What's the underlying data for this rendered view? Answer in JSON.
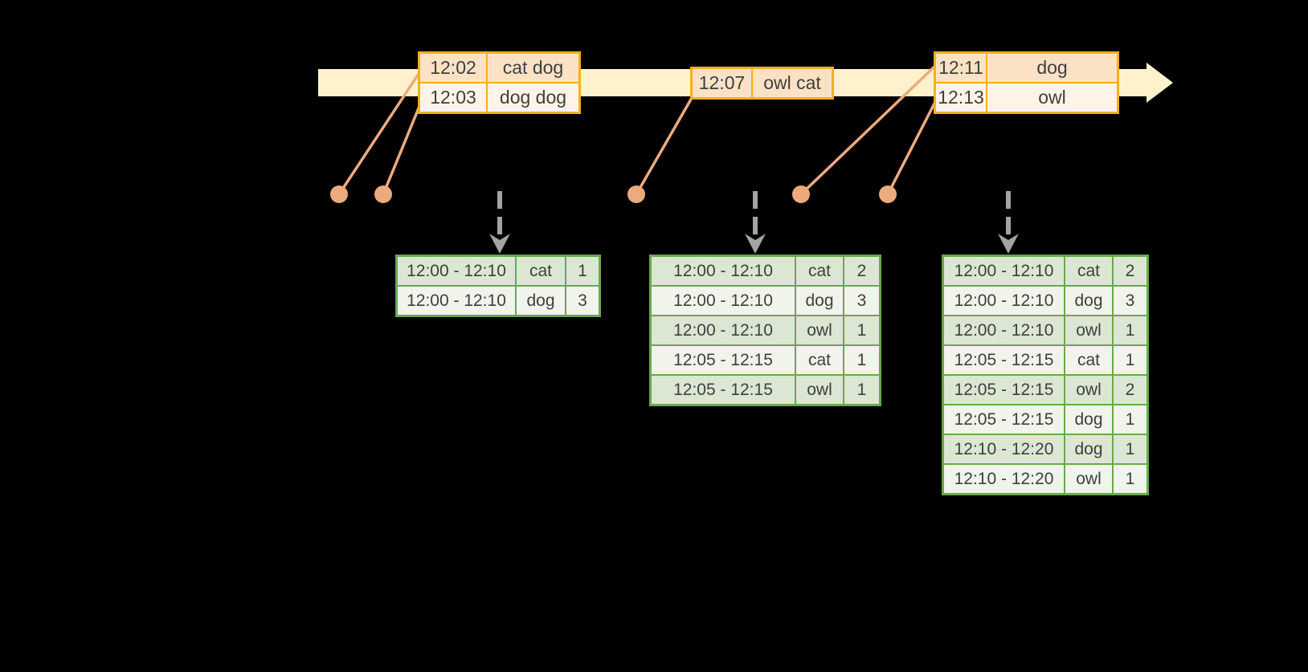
{
  "diagram": {
    "type": "streaming-windowed-word-count-timeline",
    "colors": {
      "background": "#000000",
      "timeline_band": "#fdf2cc",
      "event_table_border": "#f2b01e",
      "event_row_dark": "#fbe2c5",
      "event_row_light": "#fdf4e7",
      "connector_salmon": "#edaa7d",
      "result_table_border": "#6aa84f",
      "result_row_dark": "#dbe7d2",
      "result_row_light": "#f0f4eb",
      "trigger_arrow_gray": "#a3a3a3",
      "text": "#3f3f3f"
    }
  },
  "event_tables": [
    {
      "rows": [
        {
          "time": "12:02",
          "words": "cat dog"
        },
        {
          "time": "12:03",
          "words": "dog dog"
        }
      ]
    },
    {
      "rows": [
        {
          "time": "12:07",
          "words": "owl cat"
        }
      ]
    },
    {
      "rows": [
        {
          "time": "12:11",
          "words": "dog"
        },
        {
          "time": "12:13",
          "words": "owl"
        }
      ]
    }
  ],
  "result_tables": [
    {
      "rows": [
        {
          "window": "12:00 - 12:10",
          "word": "cat",
          "count": "1"
        },
        {
          "window": "12:00 - 12:10",
          "word": "dog",
          "count": "3"
        }
      ]
    },
    {
      "rows": [
        {
          "window": "12:00 - 12:10",
          "word": "cat",
          "count": "2"
        },
        {
          "window": "12:00 - 12:10",
          "word": "dog",
          "count": "3"
        },
        {
          "window": "12:00 - 12:10",
          "word": "owl",
          "count": "1"
        },
        {
          "window": "12:05 - 12:15",
          "word": "cat",
          "count": "1"
        },
        {
          "window": "12:05 - 12:15",
          "word": "owl",
          "count": "1"
        }
      ]
    },
    {
      "rows": [
        {
          "window": "12:00 - 12:10",
          "word": "cat",
          "count": "2"
        },
        {
          "window": "12:00 - 12:10",
          "word": "dog",
          "count": "3"
        },
        {
          "window": "12:00 - 12:10",
          "word": "owl",
          "count": "1"
        },
        {
          "window": "12:05 - 12:15",
          "word": "cat",
          "count": "1"
        },
        {
          "window": "12:05 - 12:15",
          "word": "owl",
          "count": "2"
        },
        {
          "window": "12:05 - 12:15",
          "word": "dog",
          "count": "1"
        },
        {
          "window": "12:10 - 12:20",
          "word": "dog",
          "count": "1"
        },
        {
          "window": "12:10 - 12:20",
          "word": "owl",
          "count": "1"
        }
      ]
    }
  ]
}
